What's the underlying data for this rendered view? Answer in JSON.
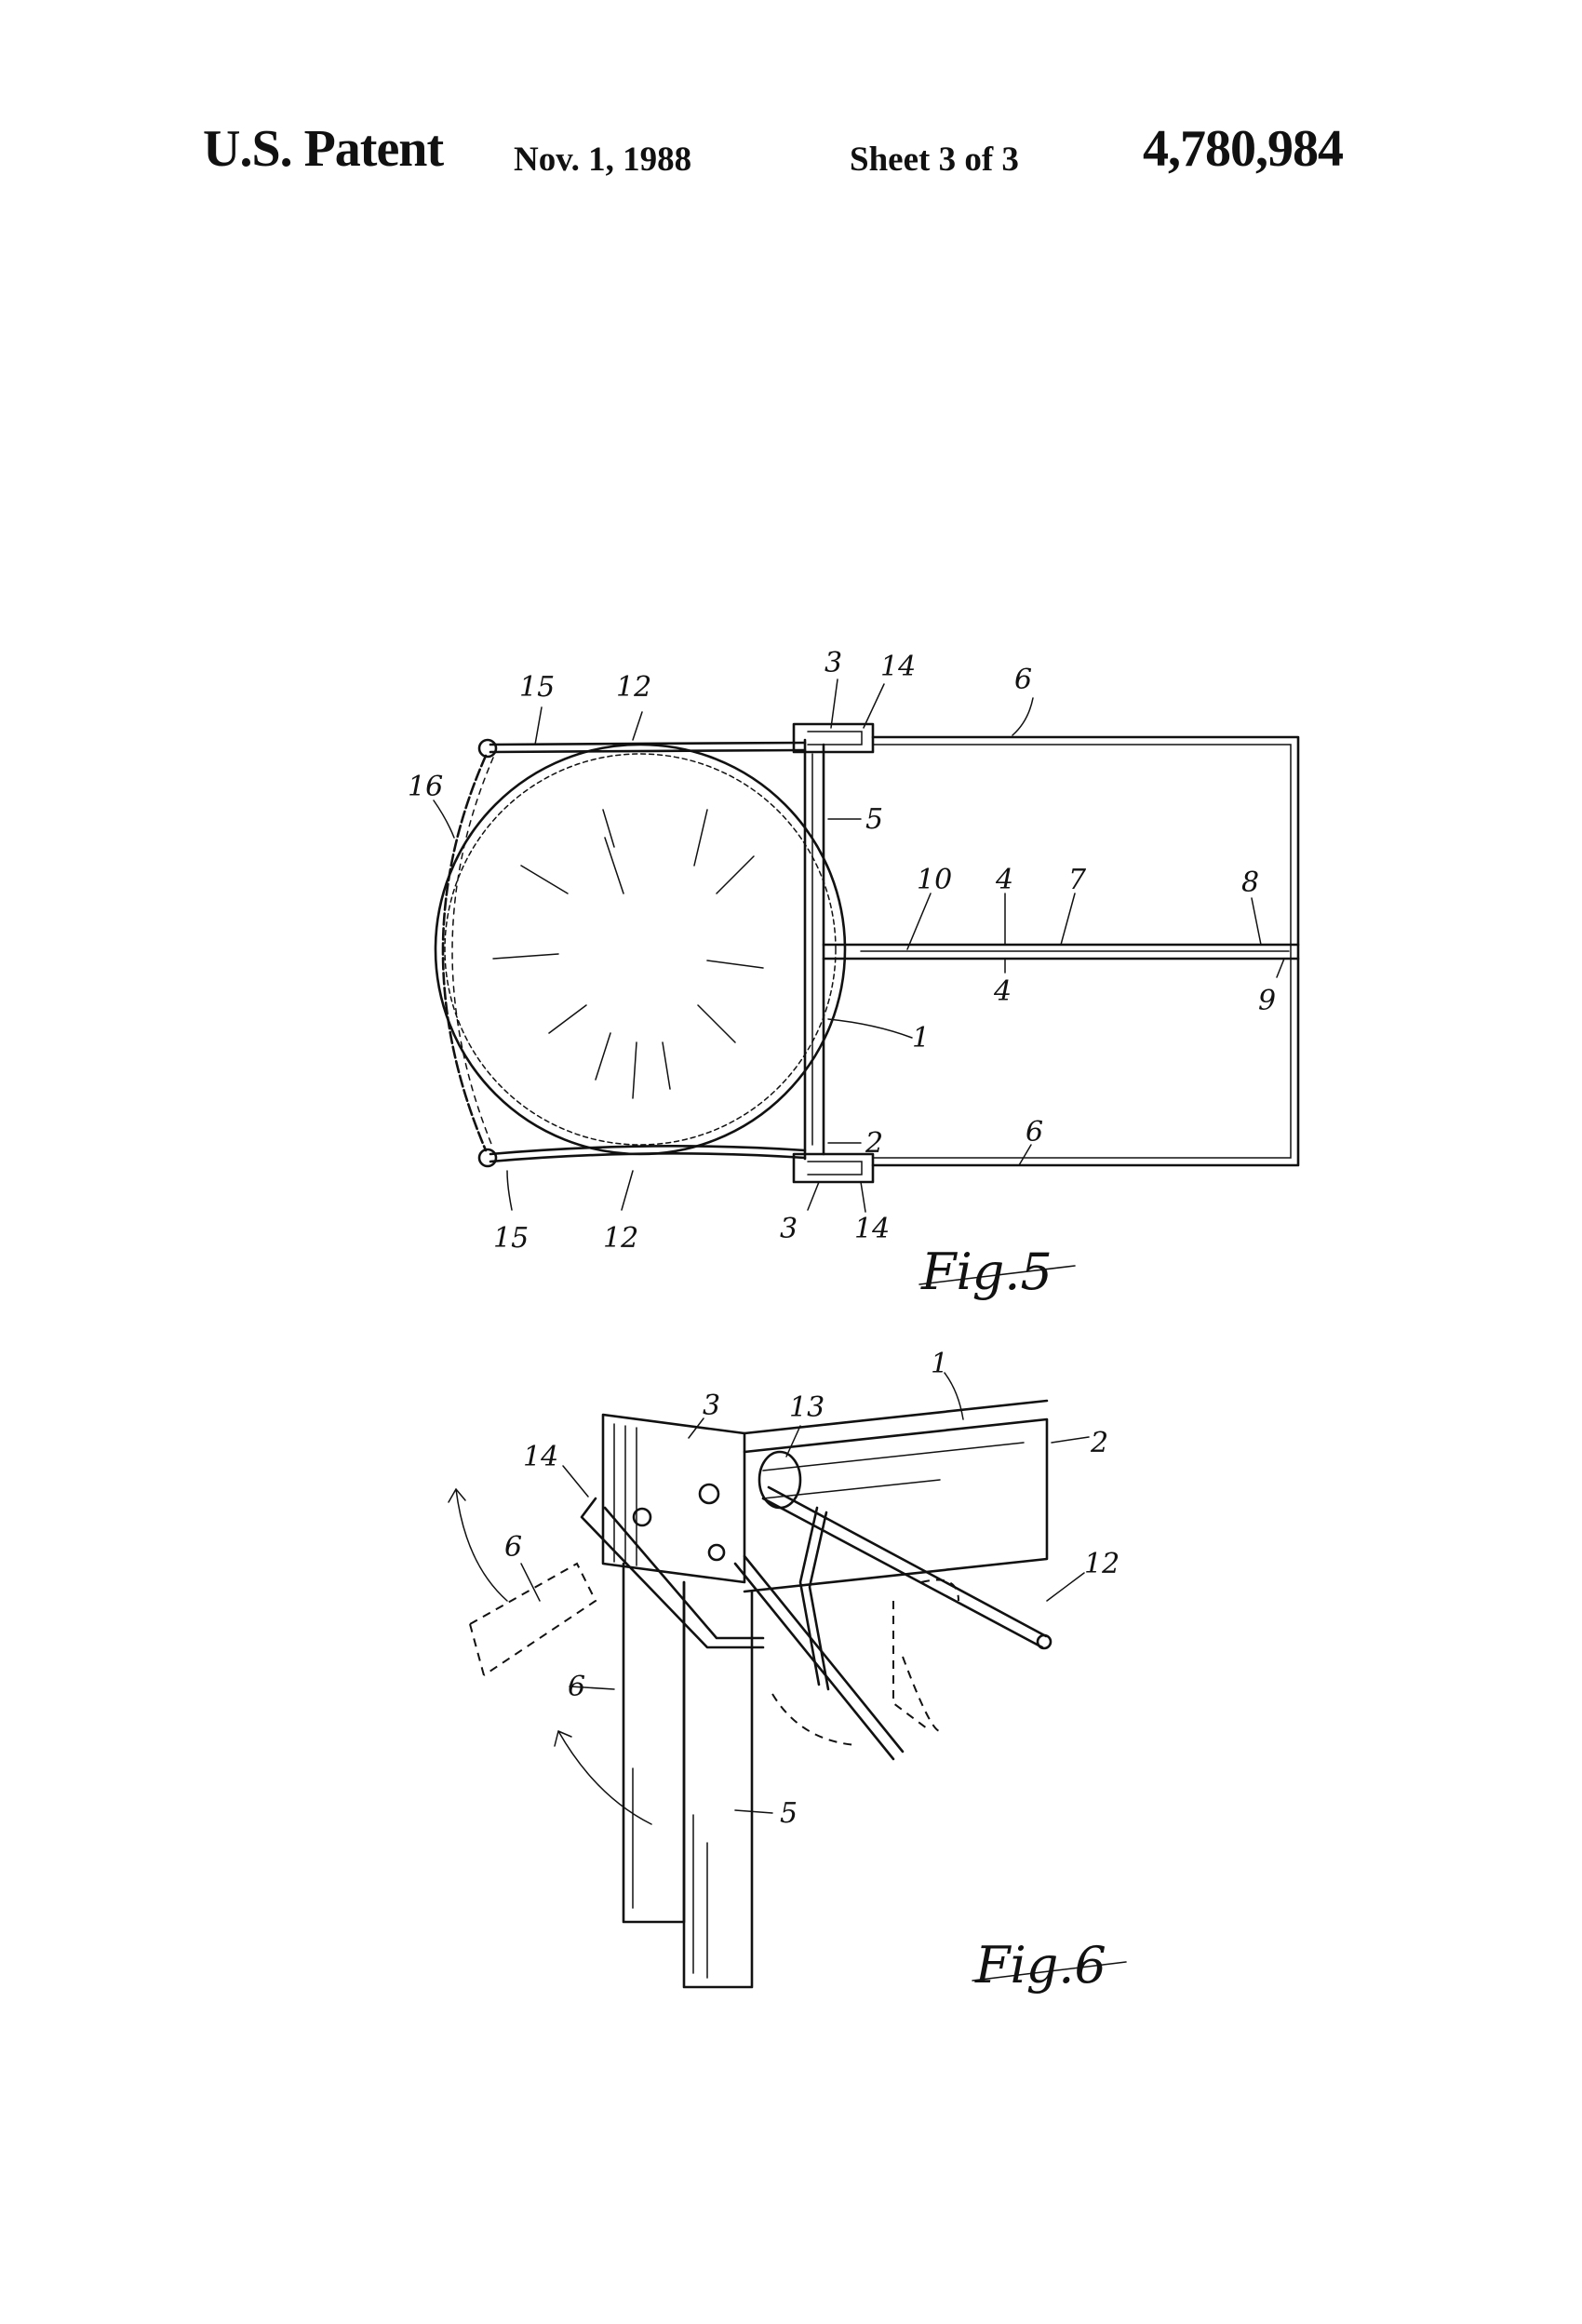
{
  "header": {
    "title": "U.S. Patent",
    "date": "Nov. 1, 1988",
    "sheet": "Sheet 3 of 3",
    "patent_number": "4,780,984"
  },
  "fig5": {
    "caption": "Fig.5",
    "labels": {
      "l15a": "15",
      "l12a": "12",
      "l3a": "3",
      "l14a": "14",
      "l6a": "6",
      "l16": "16",
      "l5": "5",
      "l10": "10",
      "l4a": "4",
      "l7": "7",
      "l8": "8",
      "l4b": "4",
      "l9": "9",
      "l1": "1",
      "l2": "2",
      "l6b": "6",
      "l15b": "15",
      "l12b": "12",
      "l3b": "3",
      "l14b": "14"
    }
  },
  "fig6": {
    "caption": "Fig.6",
    "labels": {
      "l1": "1",
      "l3": "3",
      "l13": "13",
      "l14": "14",
      "l2": "2",
      "l6a": "6",
      "l12": "12",
      "l6b": "6",
      "l5": "5"
    }
  }
}
